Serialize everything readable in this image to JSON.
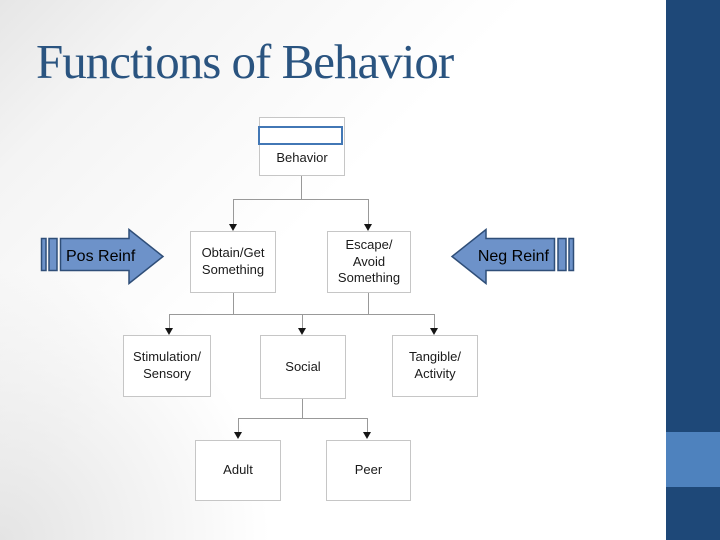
{
  "slide": {
    "title": "Functions of Behavior"
  },
  "flowchart": {
    "nodes": {
      "behavior": "Behavior",
      "obtain": "Obtain/Get\nSomething",
      "escape": "Escape/\nAvoid\nSomething",
      "stimulation": "Stimulation/\nSensory",
      "social": "Social",
      "tangible": "Tangible/\nActivity",
      "adult": "Adult",
      "peer": "Peer"
    },
    "placeholder_value": ""
  },
  "arrows": {
    "pos": "Pos Reinf",
    "neg": "Neg Reinf"
  },
  "colors": {
    "title": "#2A5480",
    "sidebar": "#1E4878",
    "sidebar_accent": "#4E82BE",
    "arrow_fill": "#6D92C9",
    "arrow_outline": "#2F4E78",
    "placeholder_border": "#4277B5",
    "box_border": "#C6C6C6",
    "connector": "#999999"
  }
}
